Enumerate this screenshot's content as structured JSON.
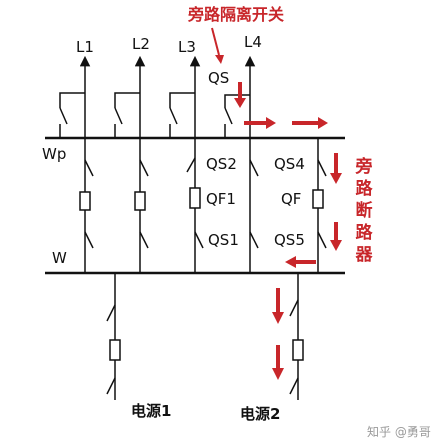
{
  "annotations": {
    "bypass_isolator": "旁路隔离开关",
    "bypass_breaker": [
      "旁",
      "路",
      "断",
      "路",
      "器"
    ]
  },
  "labels": {
    "L1": "L1",
    "L2": "L2",
    "L3": "L3",
    "L4": "L4",
    "QS": "QS",
    "Wp": "Wp",
    "W": "W",
    "QS2": "QS2",
    "QS4": "QS4",
    "QF1": "QF1",
    "QF": "QF",
    "QS1": "QS1",
    "QS5": "QS5",
    "source1": "电源1",
    "source2": "电源2"
  },
  "watermark": "知乎 @勇哥",
  "colors": {
    "line": "#111111",
    "arrow": "#c8262a"
  }
}
